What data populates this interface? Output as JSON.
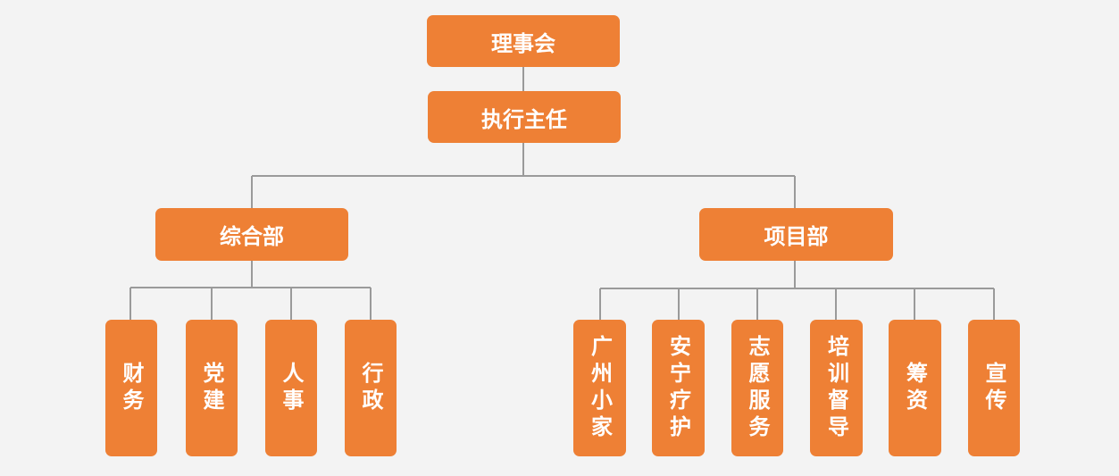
{
  "chart": {
    "root": "理事会",
    "director": "执行主任",
    "departments": [
      {
        "name": "综合部",
        "units": [
          "财务",
          "党建",
          "人事",
          "行政"
        ]
      },
      {
        "name": "项目部",
        "units": [
          "广州小家",
          "安宁疗护",
          "志愿服务",
          "培训督导",
          "筹资",
          "宣传"
        ]
      }
    ]
  },
  "colors": {
    "box": "#ee8035",
    "line": "#9a9a9a",
    "background": "#f3f3f3",
    "text": "#ffffff"
  }
}
